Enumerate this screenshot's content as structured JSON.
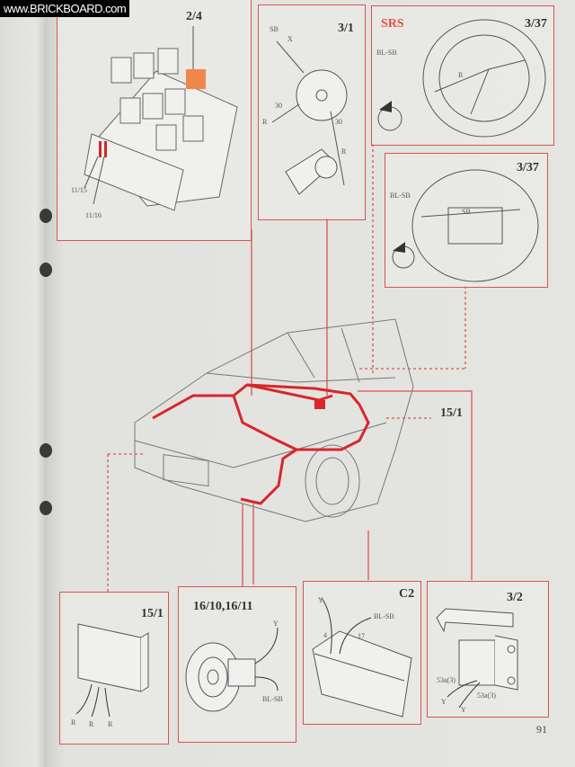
{
  "watermark": "www.BRICKBOARD.com",
  "page_number": "91",
  "panels": {
    "fusebox": {
      "title": "2/4",
      "labels": [
        "11/15",
        "11/16"
      ]
    },
    "ignition_switch": {
      "title": "3/1",
      "labels": [
        "SB",
        "X",
        "30",
        "R",
        "30",
        "R"
      ]
    },
    "srs_wheel": {
      "badge": "SRS",
      "title": "3/37",
      "labels": [
        "BL-SB",
        "R"
      ]
    },
    "wheel": {
      "title": "3/37",
      "labels": [
        "BL-SB",
        "SB"
      ]
    },
    "car_ref": {
      "title": "15/1"
    },
    "relay": {
      "title": "15/1",
      "labels": [
        "R",
        "R",
        "R"
      ]
    },
    "horn": {
      "title": "16/10,16/11",
      "labels": [
        "Y",
        "BL-SB"
      ]
    },
    "connector": {
      "title": "C2",
      "labels": [
        "Y",
        "BL-SB",
        "4",
        "17"
      ]
    },
    "contact": {
      "title": "3/2",
      "labels": [
        "53a(3)",
        "53a(3)",
        "Y",
        "Y"
      ]
    }
  },
  "colors": {
    "wire": "#d8262a",
    "frame": "#d9544f",
    "highlight": "#f0874a"
  }
}
